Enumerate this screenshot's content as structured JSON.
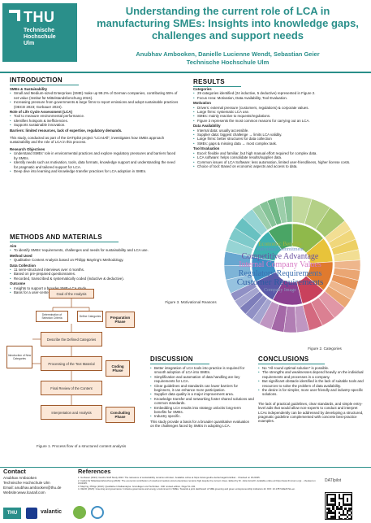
{
  "header": {
    "logo_main": "THU",
    "logo_sub_1": "Technische",
    "logo_sub_2": "Hochschule",
    "logo_sub_3": "Ulm",
    "title": "Understanding the current role of LCA in manufacturing SMEs: Insights into knowledge gaps, challenges and support needs",
    "authors": "Anubhav Ambooken, Danielle Lucienne Wendt, Sebastian Geier",
    "affiliation": "Technische Hochschule Ulm"
  },
  "introduction": {
    "heading": "INTRODUCTION",
    "sub1": "SMEs & Sustainability",
    "items1": [
      "Small and Medium-sized Enterprises (SME) make up 99.2% of German companies, contributing 55% of net value (Institut für Mittelstandsforschung 2024).",
      "Increasing pressure from governments & large firms to report emissions and adopt sustainable practices (OECD 2023; Gorbauer 2024)."
    ],
    "sub2": "Role of Life Cycle Assessment (LCA)",
    "items2": [
      "Tool to measure environmental performance.",
      "Identifies hotspots & inefficiencies.",
      "Supports sustainable innovation."
    ],
    "barriers": "Barriers: limited resources, lack of expertise, regulatory demands.",
    "para": "This study, conducted as part of the DATIpilot project \"LCA4All\", investigates how SMEs approach sustainability and the role of LCA in this process.",
    "sub3": "Research Objectives",
    "items3": [
      "Understand SMEs' role in environmental practices and explore regulatory pressures and barriers faced by SMEs.",
      "Identify needs such as motivation, tools, data formats, knowledge support and understanding the need for pragmatic and tailored support for LCA.",
      "Deep dive into learning and knowledge transfer practices for LCA adoption in SMEs."
    ]
  },
  "methods": {
    "heading": "METHODS AND MATERIALS",
    "aim_h": "Aim",
    "aim_items": [
      "To identify SMEs' requirements, challenges and needs for sustainability and LCA use."
    ],
    "method_h": "Method Used",
    "method_items": [
      "Qualitative Content Analysis based on Philipp Mayring's Methodology."
    ],
    "data_h": "Data Collection",
    "data_items": [
      "11 semi-structured interviews over 4 months.",
      "Based on pre-prepared questionnaires.",
      "Recorded, transcribed & systematically coded (inductive & deductive)."
    ],
    "outcome_h": "Outcome",
    "outcome_items": [
      "Insights to support a broader SME–LCA study.",
      "Basis for a user-centered digital LCA guide."
    ]
  },
  "flow": {
    "goal": "Goal of the Analysis",
    "determination": "Determination of Selection Criteria",
    "define_cat": "Define Categories",
    "prep_phase": "Preparation Phase",
    "describe": "Describe the Defined Categories",
    "intro_new": "Introduction of New Categories",
    "processing": "Processing of the Text Material",
    "coding_phase": "Coding Phase",
    "final_review": "Final Review of the Content",
    "interp": "Interpretation and Analysis",
    "concl_phase": "Concluding Phase",
    "caption": "Figure 1. Process flow of a structured content analysis"
  },
  "results": {
    "heading": "RESULTS",
    "cat_h": "Categories",
    "cat_items": [
      "29 categories identified (24 inductive, 5 deductive) represented in Figure 2.",
      "Focus Area: Motivation, Data Availability, Tool Evaluation."
    ],
    "mot_h": "Motivation",
    "mot_items": [
      "Drivers: external pressure (customers, regulations) & corporate values.",
      "Large firms: systematic LCA use.",
      "SMEs: mainly reactive to requests/regulations.",
      "Figure 3 represents the most common reasons for carrying out an LCA."
    ],
    "data_h": "Data Availability",
    "data_items": [
      "Internal data: usually accessible.",
      "Supplier data: biggest challenge → limits LCA validity.",
      "Large firms: better structures for data collection",
      "SMEs: gaps & missing data → most complex task."
    ],
    "tool_h": "Tool Evaluation",
    "tool_items": [
      "Excel: flexible and familiar, but high manual effort required for complex data.",
      "LCA software: helps consolidate results/supplier data.",
      "Common issues of LCA Software: less automation, limited user-friendliness, higher license costs.",
      "Choice of tool: Based on economic aspects and access to data."
    ]
  },
  "wordcloud": {
    "w1": "Economic Benefits",
    "w2": "Individual Commitment",
    "w3": "Competitive Advantage",
    "w4": "Internal Company Values",
    "w5": "Regulatory Requirements",
    "w6": "Customer Requirements",
    "w7": "Company Image",
    "caption": "Figure 3. Motivational Reasons",
    "colors": [
      "#a8b43a",
      "#6b8ec6",
      "#6a4fa0",
      "#d77ac5",
      "#3b6fb0",
      "#2b5aa0",
      "#8a9fbf"
    ]
  },
  "figure2": {
    "caption": "Figure 2. Categories",
    "colors": [
      "#8fb94b",
      "#e8c33a",
      "#e07a2e",
      "#c9415c",
      "#8b3f8f",
      "#5a5aa8",
      "#3f8fc4",
      "#3fb0b0",
      "#4aa565"
    ]
  },
  "discussion": {
    "heading": "DISCUSSION",
    "items": [
      "Better integration of LCA tools into practice is required for smooth adoption of LCA into SMEs.",
      "Simplification and automation of data handling are key requirements for LCA.",
      "Clear guidelines and standards can lower barriers for beginners, it can enhance more participation.",
      "Supplier data quality is a major improvement area.",
      "Knowledge transfer and networking foster shared solutions and common standards.",
      "Embedding LCA results into strategy unlocks long-term benefits for SMEs.",
      "Industry specific."
    ],
    "para": "This study provide a basis for a broader quantitative evaluation on the challenges faced by SMEs in adopting LCA."
  },
  "conclusions": {
    "heading": "CONCLUSIONS",
    "items": [
      "No \"All-round optimal solution\" is possible.",
      "The strengths and weaknesses depend heavily on the individual requirements and processes in a company.",
      "But significant obstacle identified is the lack of suitable tools and resources to solve the problem of data availability.",
      "the desire is for simpler, more user-friendly and industry-specific solutions."
    ],
    "para": "The lack of practical guidelines, clear standards, and simple entry-level aids that would allow non-experts to conduct and interpret LCAs independently can be addressed by developing a structured, pragmatic guideline complemented with concrete best-practice examples."
  },
  "contact": {
    "heading": "Contact",
    "name": "Anubhav Ambooken",
    "org": "Technische Hochschule Ulm",
    "email": "Email: anubhav.ambooken@thu.de",
    "web": "Website:www.lca4all.com"
  },
  "references": {
    "heading": "References",
    "items": [
      "1. Gorbauer (2024): Goethe Stuff Study 2024: The relevance of sustainability remains unbroken. Available online at https://www.goethe.de/de/magazin/artikel... Checked on 3/1/2025.",
      "2. Institut für Mittelstandsforschung (2024): The economic contribution of small and medium-sized enterprises remains high despite the current crises. Edited by Dr. Jutta Gröschl. Available online at https://www.ifm-bonn.org/... checked on 3/1/2025.",
      "3. Mayring, Philipp (2022): Qualitative Inhaltsanalyse. Grundlagen und Techniken. 13th revised edition, Page 51–132.",
      "4. OECD (2023): Greening and governance: Inclusive governance and energy environment in SMEs. Towards a joint dashboard of SME greening and green entrepreneurship indicators 42. DOI: 10.1787/e8a2b72e-en."
    ]
  },
  "logos": {
    "thu": "THU",
    "valantic": "valantic",
    "dattip": "DATIpilot"
  }
}
